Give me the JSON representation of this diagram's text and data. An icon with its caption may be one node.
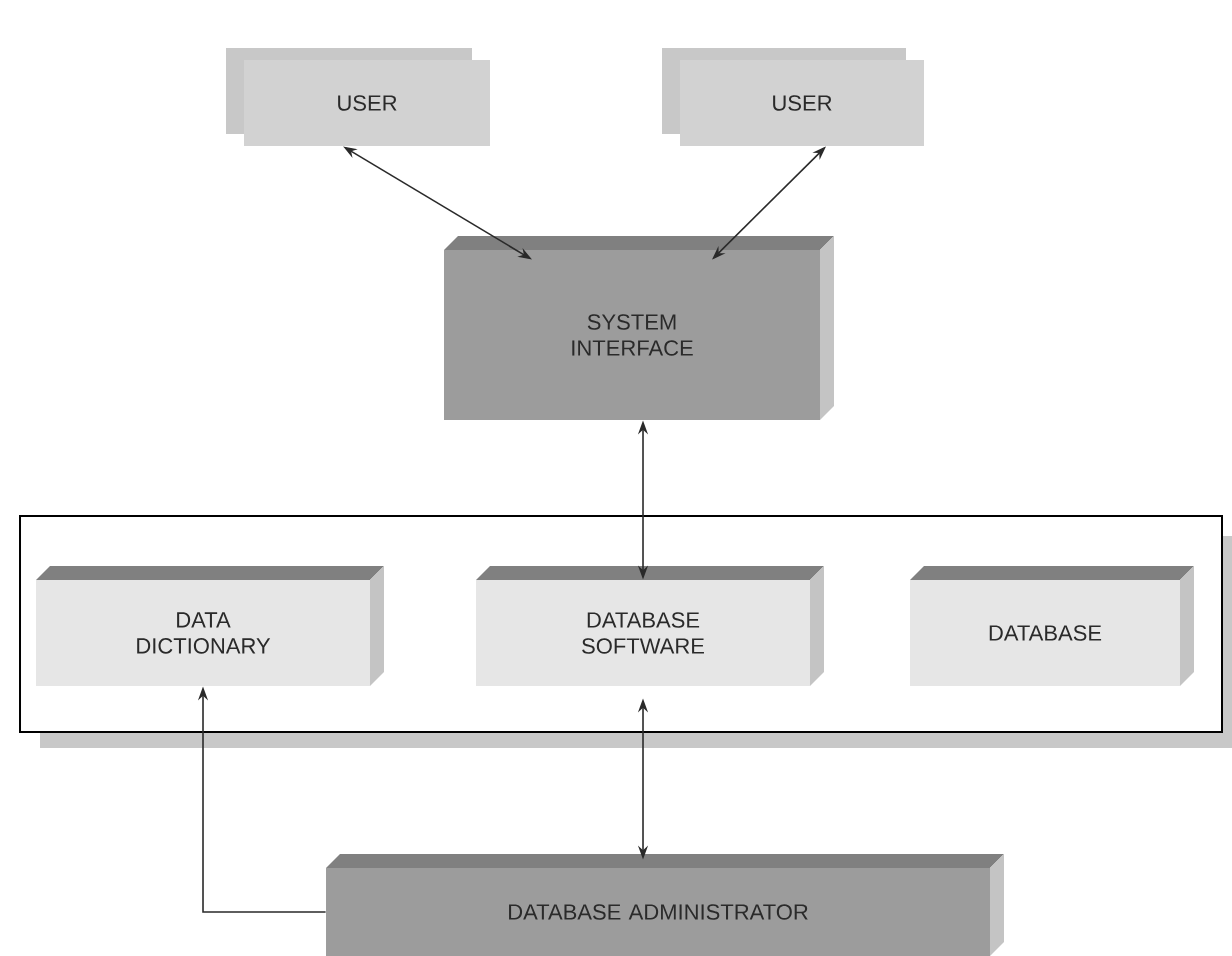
{
  "diagram": {
    "nodes": [
      {
        "text": [
          "USER"
        ]
      },
      {
        "text": [
          "USER"
        ]
      },
      {
        "text": [
          "SYSTEM INTERFACE"
        ]
      },
      {
        "text": [],
        "shape": "box"
      },
      {
        "text": [
          "DATA DICTIONARY"
        ],
        "in": 3
      },
      {
        "text": [
          "DATABASE SOFTWARE"
        ],
        "in": 3
      },
      {
        "text": [
          "DATABASE"
        ],
        "in": 3
      },
      {
        "text": [
          "DATABASE ADMINISTRATOR"
        ]
      }
    ],
    "edges": [
      {
        "from": 0,
        "to": 2,
        "arrow": "both"
      },
      {
        "from": 1,
        "to": 2,
        "arrow": "both"
      },
      {
        "from": 2,
        "to": 5,
        "arrow": "both"
      },
      {
        "from": 7,
        "to": 5,
        "arrow": "both"
      },
      {
        "from": 7,
        "to": 4,
        "arrow": "to"
      }
    ]
  }
}
